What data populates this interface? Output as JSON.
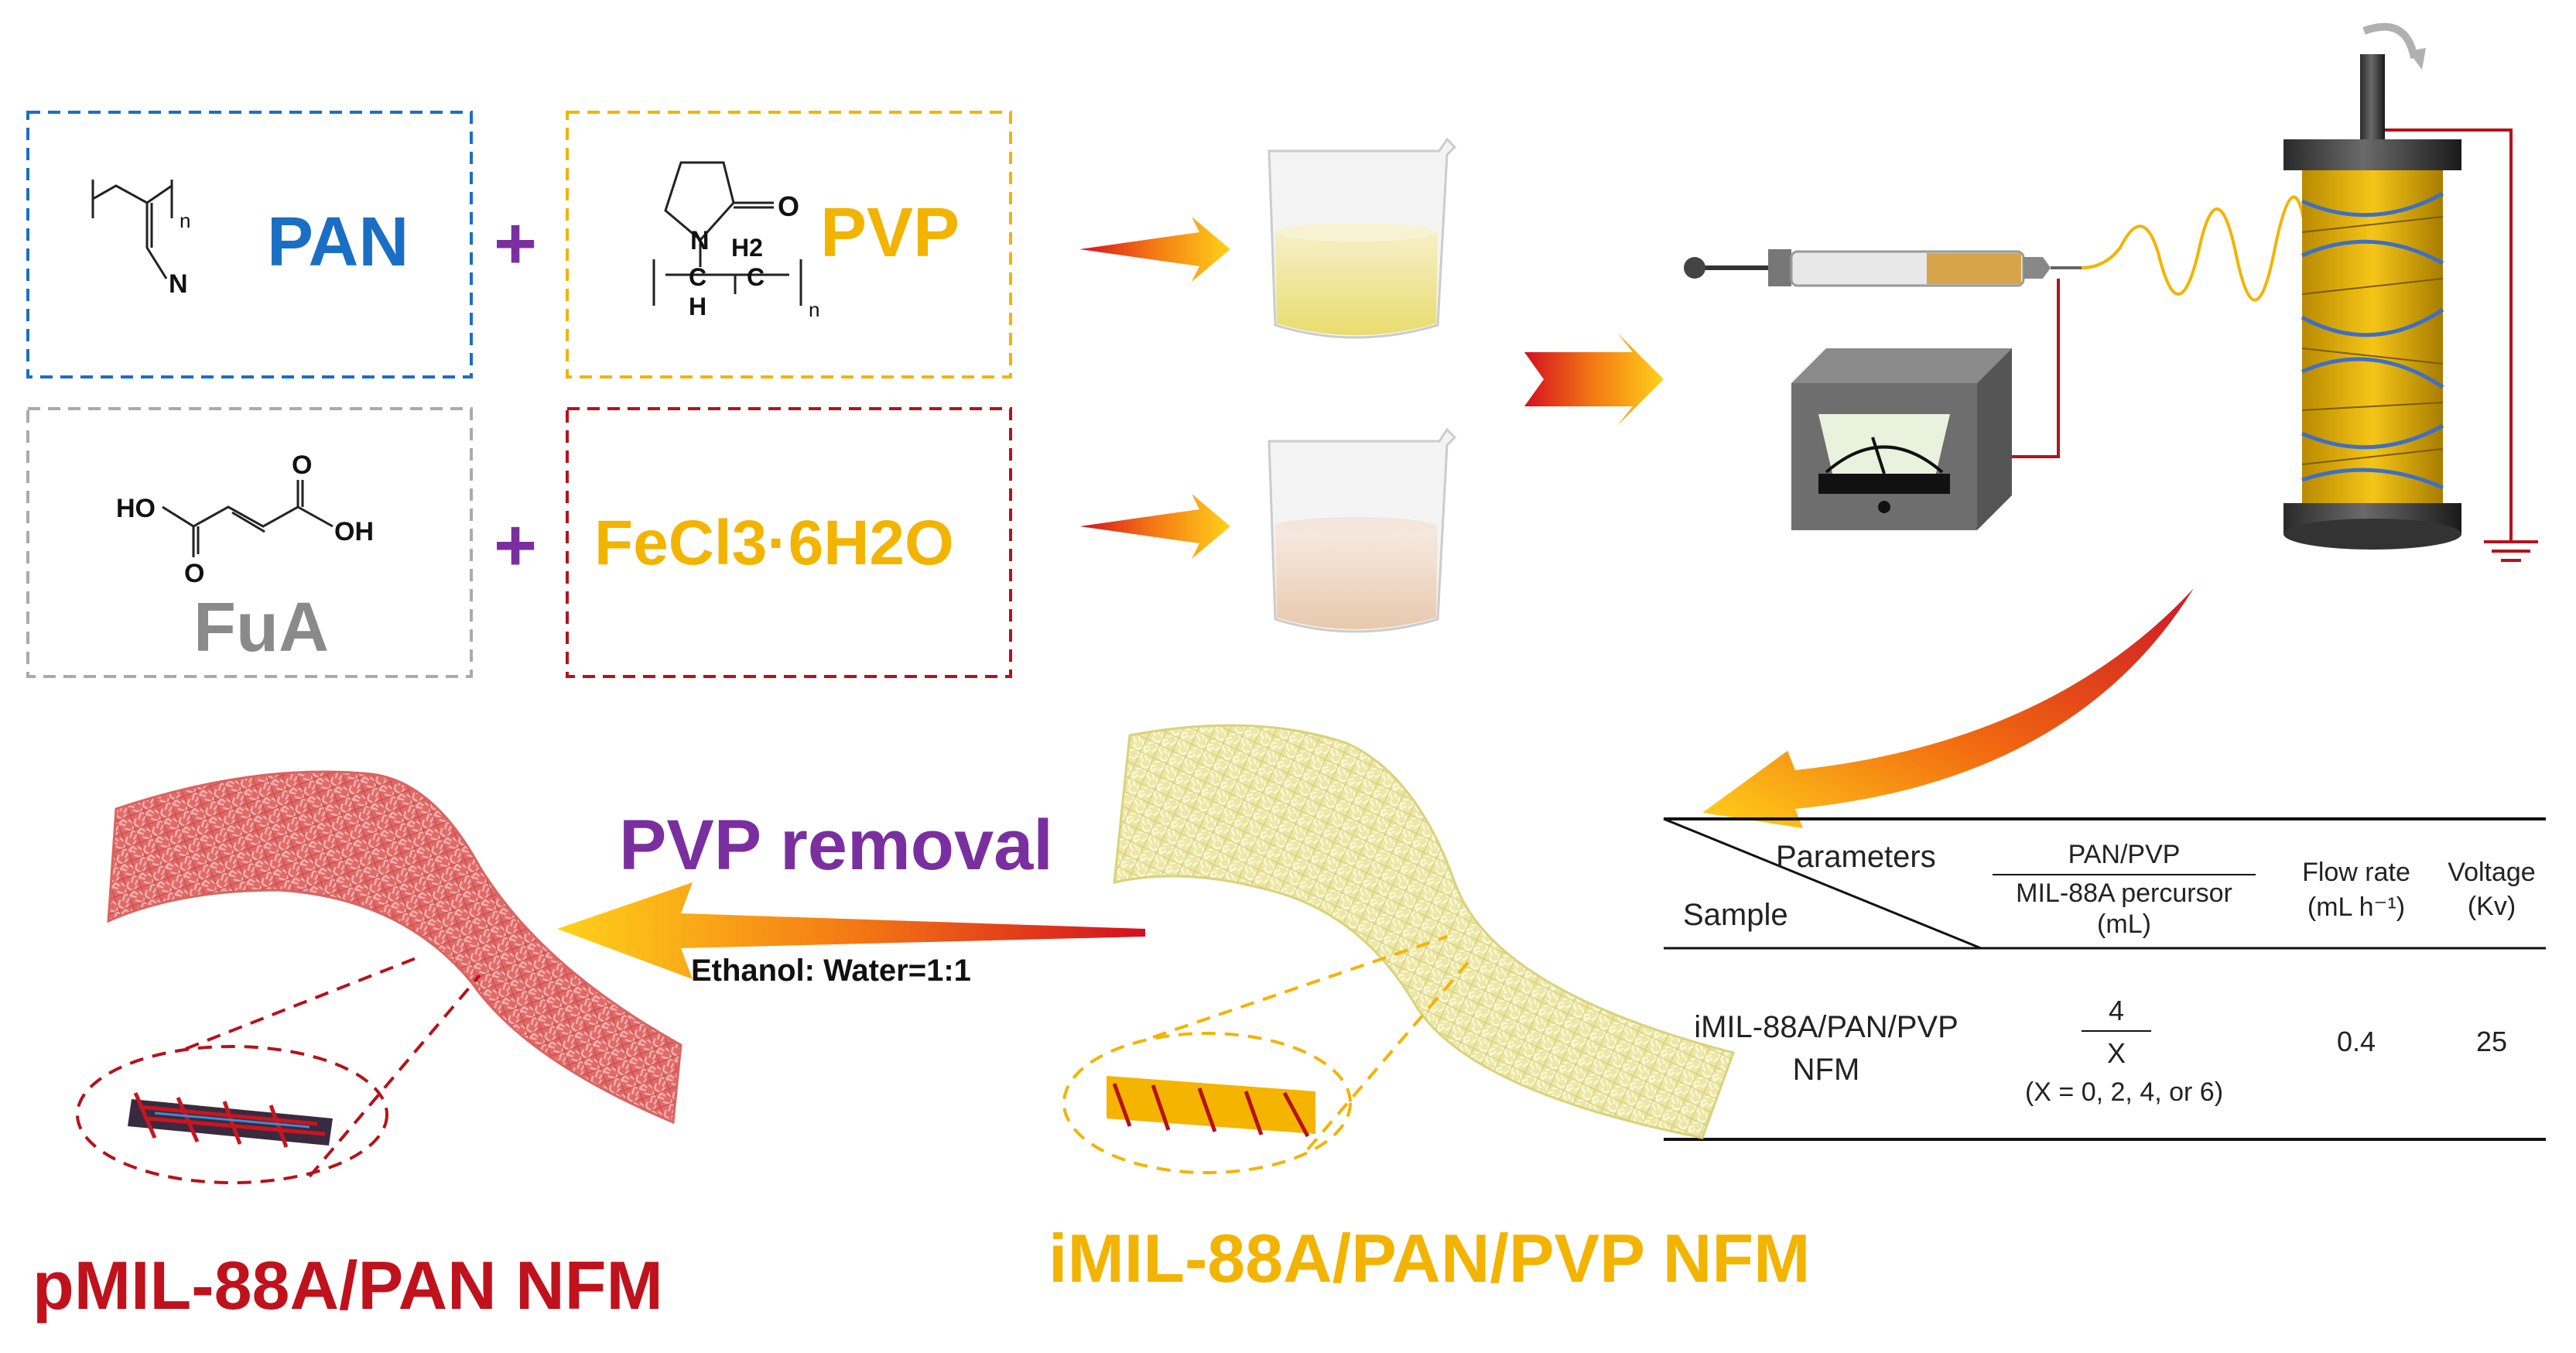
{
  "reagents": {
    "pan": "PAN",
    "pvp": "PVP",
    "fua": "FuA",
    "fecl3": "FeCl3·6H2O",
    "plus": "+"
  },
  "structure_atoms": {
    "n_sub": "n",
    "nitrile_n": "N",
    "pvp_n": "N",
    "pvp_o": "O",
    "pvp_c": "C",
    "pvp_h": "H",
    "pvp_h2": "H2",
    "ho": "HO",
    "oh": "OH",
    "o": "O"
  },
  "step_labels": {
    "pvp_removal": "PVP removal",
    "solvent": "Ethanol: Water=1:1"
  },
  "products": {
    "pmil": "pMIL-88A/PAN NFM",
    "imil": "iMIL-88A/PAN/PVP NFM"
  },
  "table": {
    "parameters": "Parameters",
    "sample": "Sample",
    "ratio_top": "PAN/PVP",
    "ratio_bottom": "MIL-88A percursor",
    "ratio_unit": "(mL)",
    "flow": "Flow rate",
    "flow_unit": "(mL h⁻¹)",
    "voltage": "Voltage",
    "voltage_unit": "(Kv)",
    "row_sample_1": "iMIL-88A/PAN/PVP",
    "row_sample_2": "NFM",
    "row_frac_top": "4",
    "row_frac_bottom": "X",
    "row_note": "(X = 0, 2, 4, or 6)",
    "row_flow": "0.4",
    "row_voltage": "25"
  },
  "colors": {
    "pan_blue": "#1a6fc4",
    "pvp_yellow": "#f2b400",
    "fua_grey": "#8a8a8a",
    "fecl3_yellow": "#f2b400",
    "purple": "#7a2fa0",
    "product_red": "#c0121c",
    "product_yellow": "#f2b400",
    "box_blue": "#1a6fc4",
    "box_yellow": "#f2b400",
    "box_grey": "#aaaaaa",
    "box_red": "#b5121b"
  }
}
